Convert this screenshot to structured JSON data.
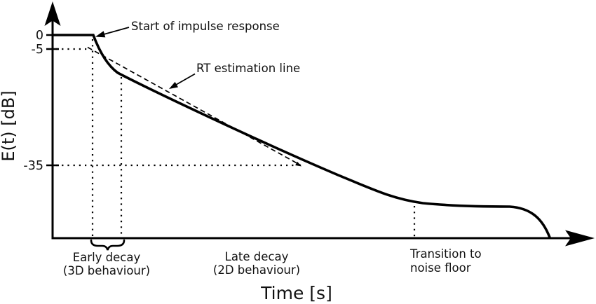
{
  "figure": {
    "background_color": "#ffffff",
    "ink_color": "#000000",
    "y_axis_label": "E(t) [dB]",
    "x_axis_label": "Time [s]",
    "y_ticks": {
      "t0": "0",
      "t5": "-5",
      "t35": "-35"
    },
    "annotations": {
      "start_of_impulse": "Start of impulse response",
      "rt_estimation": "RT estimation line",
      "early_decay_line1": "Early decay",
      "early_decay_line2": "(3D behaviour)",
      "late_decay_line1": "Late decay",
      "late_decay_line2": "(2D behaviour)",
      "transition_line1": "Transition to",
      "transition_line2": "noise floor"
    }
  },
  "chart_data": {
    "type": "line",
    "title": "",
    "xlabel": "Time [s]",
    "ylabel": "E(t) [dB]",
    "x_axis": {
      "unit": "s",
      "tick_labels": [],
      "range_normalized": [
        0,
        1
      ],
      "arrow": true
    },
    "y_axis": {
      "unit": "dB",
      "tick_values": [
        0,
        -5,
        -35
      ],
      "arrow": true,
      "schematic_nonlinear_scale": true
    },
    "grid": false,
    "legend": "none",
    "series": [
      {
        "name": "energy decay curve E(t)",
        "style": "solid-thick",
        "x_normalized": [
          0,
          0.075,
          0.085,
          0.097,
          0.113,
          0.127,
          0.21,
          0.29,
          0.38,
          0.46,
          0.53,
          0.61,
          0.67,
          0.73,
          0.79,
          0.845,
          0.89,
          0.92
        ],
        "y_db": [
          0,
          0,
          -2.5,
          -6.5,
          -10,
          -12.5,
          -18.5,
          -22.5,
          -27.5,
          -33.5,
          -37.5,
          -41.5,
          -44.5,
          -45.5,
          -45.7,
          -45.7,
          -47.5,
          -55
        ]
      },
      {
        "name": "RT estimation line",
        "style": "dashed-thin",
        "x_normalized": [
          0.065,
          0.46
        ],
        "y_db": [
          -5,
          -35
        ]
      }
    ],
    "guides": {
      "horizontal_dotted_db": [
        -5,
        -35
      ],
      "vertical_dotted_x_normalized": [
        0.074,
        0.127,
        0.67
      ]
    },
    "regions": [
      {
        "label": "Early decay (3D behaviour)",
        "x_normalized": [
          0.074,
          0.127
        ],
        "marker": "curly-brace"
      },
      {
        "label": "Late decay (2D behaviour)",
        "x_normalized": [
          0.127,
          0.67
        ]
      },
      {
        "label": "Transition to noise floor",
        "x_normalized": [
          0.67,
          1.0
        ]
      }
    ],
    "point_annotations": [
      {
        "label": "Start of impulse response",
        "points_at_x_normalized": 0.078,
        "points_at_y_db": 0
      },
      {
        "label": "RT estimation line",
        "points_at": "dashed line"
      }
    ]
  }
}
